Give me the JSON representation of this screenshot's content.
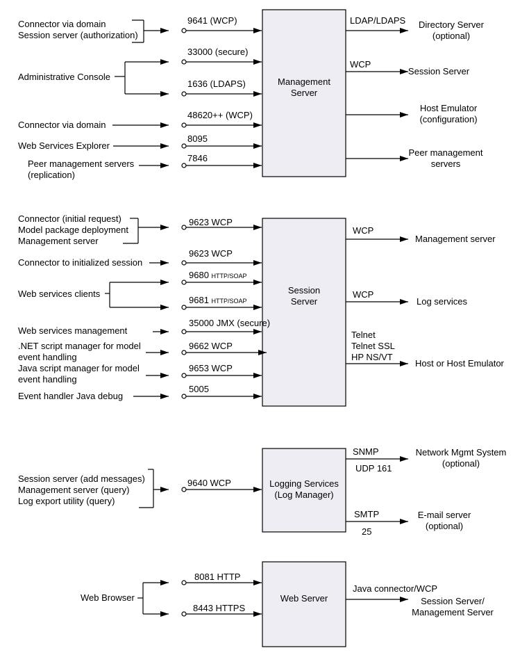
{
  "management": {
    "box": [
      "Management",
      "Server"
    ],
    "inputs": [
      [
        "Connector via domain",
        "Session server (authorization)"
      ],
      [
        "Administrative Console"
      ],
      [
        "Connector via domain"
      ],
      [
        "Web Services Explorer"
      ],
      [
        "Peer management servers",
        "(replication)"
      ]
    ],
    "ports": [
      "9641 (WCP)",
      "33000 (secure)",
      "1636 (LDAPS)",
      "48620++ (WCP)",
      "8095",
      "7846"
    ],
    "protocols": [
      "LDAP/LDAPS",
      "WCP"
    ],
    "outputs": [
      [
        "Directory Server",
        "(optional)"
      ],
      [
        "Session Server"
      ],
      [
        "Host Emulator",
        "(configuration)"
      ],
      [
        "Peer management",
        "servers"
      ]
    ]
  },
  "session": {
    "box": [
      "Session",
      "Server"
    ],
    "inputs": [
      [
        "Connector (initial request)",
        "Model package deployment",
        "Management server"
      ],
      [
        "Connector to initialized session"
      ],
      [
        "Web services clients"
      ],
      [
        "Web services management"
      ],
      [
        ".NET script manager for model",
        "event handling"
      ],
      [
        "Java script manager for model",
        "event handling"
      ],
      [
        "Event handler Java debug"
      ]
    ],
    "ports": [
      {
        "num": "9623 WCP",
        "sub": ""
      },
      {
        "num": "9623 WCP",
        "sub": ""
      },
      {
        "num": "9680",
        "sub": "HTTP/SOAP"
      },
      {
        "num": "9681",
        "sub": "HTTP/SOAP"
      },
      {
        "num": "35000 JMX (secure)",
        "sub": ""
      },
      {
        "num": "9662 WCP",
        "sub": ""
      },
      {
        "num": "9653 WCP",
        "sub": ""
      },
      {
        "num": "5005",
        "sub": ""
      }
    ],
    "protocols": [
      [
        "WCP"
      ],
      [
        "WCP"
      ],
      [
        "Telnet",
        "Telnet SSL",
        "HP NS/VT"
      ]
    ],
    "outputs": [
      "Management server",
      "Log services",
      "Host or Host Emulator"
    ]
  },
  "logging": {
    "box": [
      "Logging Services",
      "(Log Manager)"
    ],
    "inputs": [
      "Session server (add messages)",
      "Management server (query)",
      "Log export utility (query)"
    ],
    "port": "9640 WCP",
    "protocols": [
      {
        "name": "SNMP",
        "port": "UDP 161"
      },
      {
        "name": "SMTP",
        "port": "25"
      }
    ],
    "outputs": [
      [
        "Network Mgmt System",
        "(optional)"
      ],
      [
        "E-mail server",
        "(optional)"
      ]
    ]
  },
  "web": {
    "box": [
      "Web Server"
    ],
    "input": "Web Browser",
    "ports": [
      "8081 HTTP",
      "8443 HTTPS"
    ],
    "protocol": "Java connector/WCP",
    "output": [
      "Session Server/",
      "Management Server"
    ]
  }
}
